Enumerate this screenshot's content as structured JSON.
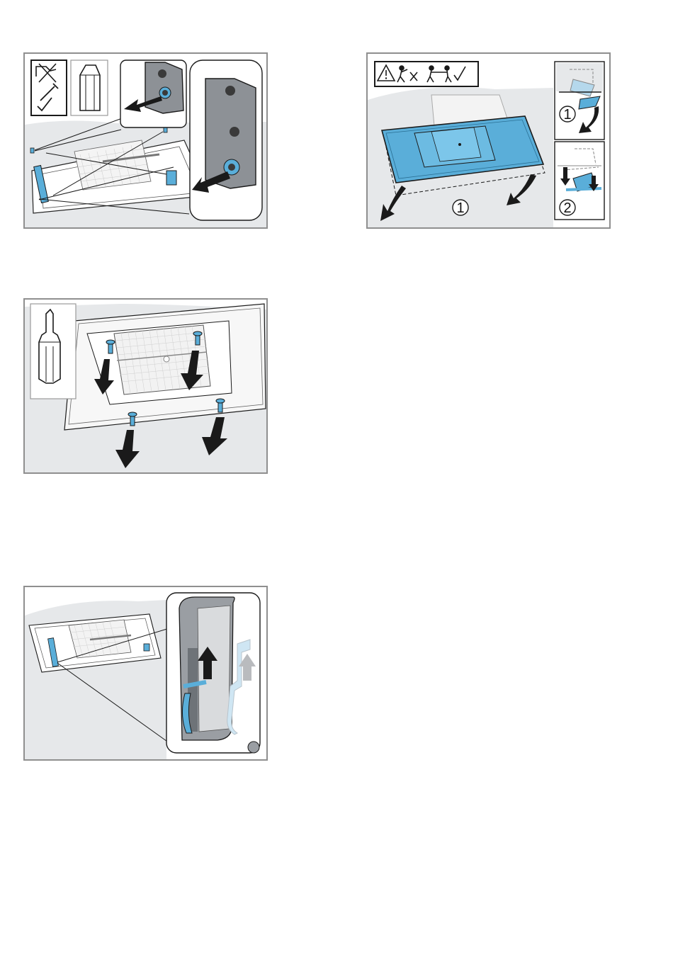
{
  "page": {
    "background": "#ffffff"
  },
  "colors": {
    "part_blue": "#5aaed9",
    "frame_grey": "#8f8f8f",
    "wall_grey": "#e6e8ea",
    "outline": "#1a1a1a"
  },
  "figures": [
    {
      "id": "fig-remove-clips",
      "icons": [
        "no-power-drill-icon",
        "screwdriver-ok-icon",
        "hex-bit-icon"
      ],
      "callouts": []
    },
    {
      "id": "fig-lower-panel",
      "icons": [
        "warning-icon",
        "one-person-lift-not-allowed-icon",
        "two-person-lift-ok-icon"
      ],
      "callouts": {
        "main": "1",
        "inset_top": "1",
        "inset_bottom": "2"
      }
    },
    {
      "id": "fig-remove-screws",
      "icons": [
        "torx-bit-icon"
      ],
      "callouts": []
    },
    {
      "id": "fig-slide-bracket",
      "icons": [],
      "callouts": []
    }
  ]
}
